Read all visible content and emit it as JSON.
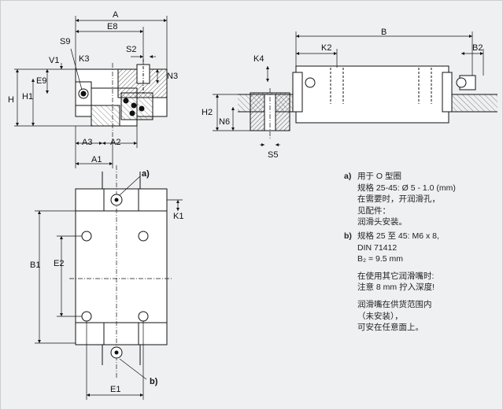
{
  "labels": {
    "A": "A",
    "E8": "E8",
    "S9": "S9",
    "K3": "K3",
    "S2": "S2",
    "V1": "V1",
    "E9": "E9",
    "N3": "N3",
    "H": "H",
    "H1": "H1",
    "A3": "A3",
    "A2": "A2",
    "A1": "A1",
    "B": "B",
    "K2": "K2",
    "B2": "B2",
    "K4": "K4",
    "H2": "H2",
    "N6": "N6",
    "S5": "S5",
    "note_a": "a)",
    "note_b": "b)",
    "K1": "K1",
    "B1": "B1",
    "E2": "E2",
    "E1": "E1"
  },
  "notes": {
    "a_tag": "a)",
    "a_lines": [
      "用于 O 型圈",
      "规格 25-45: Ø 5 - 1.0 (mm)",
      "在需要时，开润滑孔，",
      "见配件：",
      "润滑头安装。"
    ],
    "b_tag": "b)",
    "b_lines": [
      "规格 25 至 45: M6 x 8,",
      "DIN 71412",
      "B₂ = 9.5 mm"
    ],
    "extra1": [
      "在使用其它润滑嘴时:",
      "注意 8 mm 拧入深度!"
    ],
    "extra2": [
      "润滑嘴在供货范围内",
      "（未安装），",
      "可安在任意面上。"
    ]
  }
}
